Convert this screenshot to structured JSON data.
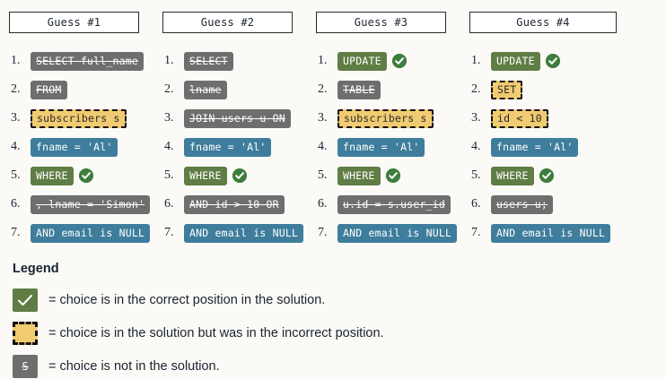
{
  "board": {
    "columns": [
      {
        "header": "Guess #1",
        "rows": [
          {
            "num": "1.",
            "text": "SELECT full_name",
            "state": "gray",
            "check": false
          },
          {
            "num": "2.",
            "text": "FROM",
            "state": "gray",
            "check": false
          },
          {
            "num": "3.",
            "text": "subscribers s",
            "state": "amber",
            "check": false
          },
          {
            "num": "4.",
            "text": "fname = 'Al'",
            "state": "blue",
            "check": false
          },
          {
            "num": "5.",
            "text": "WHERE",
            "state": "green",
            "check": true
          },
          {
            "num": "6.",
            "text": ", lname = 'Simon'",
            "state": "gray",
            "check": false
          },
          {
            "num": "7.",
            "text": "AND email is NULL",
            "state": "blue",
            "check": false
          }
        ]
      },
      {
        "header": "Guess #2",
        "rows": [
          {
            "num": "1.",
            "text": "SELECT",
            "state": "gray",
            "check": false
          },
          {
            "num": "2.",
            "text": "lname",
            "state": "gray",
            "check": false
          },
          {
            "num": "3.",
            "text": "JOIN users u ON",
            "state": "gray",
            "check": false
          },
          {
            "num": "4.",
            "text": "fname = 'Al'",
            "state": "blue",
            "check": false
          },
          {
            "num": "5.",
            "text": "WHERE",
            "state": "green",
            "check": true
          },
          {
            "num": "6.",
            "text": "AND id > 10 OR",
            "state": "gray",
            "check": false
          },
          {
            "num": "7.",
            "text": "AND email is NULL",
            "state": "blue",
            "check": false
          }
        ]
      },
      {
        "header": "Guess #3",
        "rows": [
          {
            "num": "1.",
            "text": "UPDATE",
            "state": "green",
            "check": true
          },
          {
            "num": "2.",
            "text": "TABLE",
            "state": "gray",
            "check": false
          },
          {
            "num": "3.",
            "text": "subscribers s",
            "state": "amber",
            "check": false
          },
          {
            "num": "4.",
            "text": "fname = 'Al'",
            "state": "blue",
            "check": false
          },
          {
            "num": "5.",
            "text": "WHERE",
            "state": "green",
            "check": true
          },
          {
            "num": "6.",
            "text": "u.id = s.user_id",
            "state": "gray",
            "check": false
          },
          {
            "num": "7.",
            "text": "AND email is NULL",
            "state": "blue",
            "check": false
          }
        ]
      },
      {
        "header": "Guess #4",
        "rows": [
          {
            "num": "1.",
            "text": "UPDATE",
            "state": "green",
            "check": true
          },
          {
            "num": "2.",
            "text": "SET",
            "state": "amber",
            "check": false
          },
          {
            "num": "3.",
            "text": "id < 10",
            "state": "amber",
            "check": false
          },
          {
            "num": "4.",
            "text": "fname = 'Al'",
            "state": "blue",
            "check": false
          },
          {
            "num": "5.",
            "text": "WHERE",
            "state": "green",
            "check": true
          },
          {
            "num": "6.",
            "text": "users u;",
            "state": "gray",
            "check": false
          },
          {
            "num": "7.",
            "text": "AND email is NULL",
            "state": "blue",
            "check": false
          }
        ]
      }
    ]
  },
  "legend": {
    "title": "Legend",
    "items": [
      {
        "swatch": "green",
        "glyph": "check-icon",
        "text": "= choice is in the correct position in the solution."
      },
      {
        "swatch": "amber",
        "glyph": "dashed-box-icon",
        "text": "= choice is in the solution but was in the incorrect position."
      },
      {
        "swatch": "gray",
        "glyph": "struck-s-icon",
        "text": "= choice is not in the solution."
      }
    ]
  },
  "colors": {
    "background": "#fbfaf7",
    "correct_position": "#5f7d45",
    "wrong_position": "#f0cb71",
    "present": "#3e7d9c",
    "absent": "#6e6e6e",
    "badge": "#3f7d3f",
    "text_dark": "#1a2330"
  }
}
